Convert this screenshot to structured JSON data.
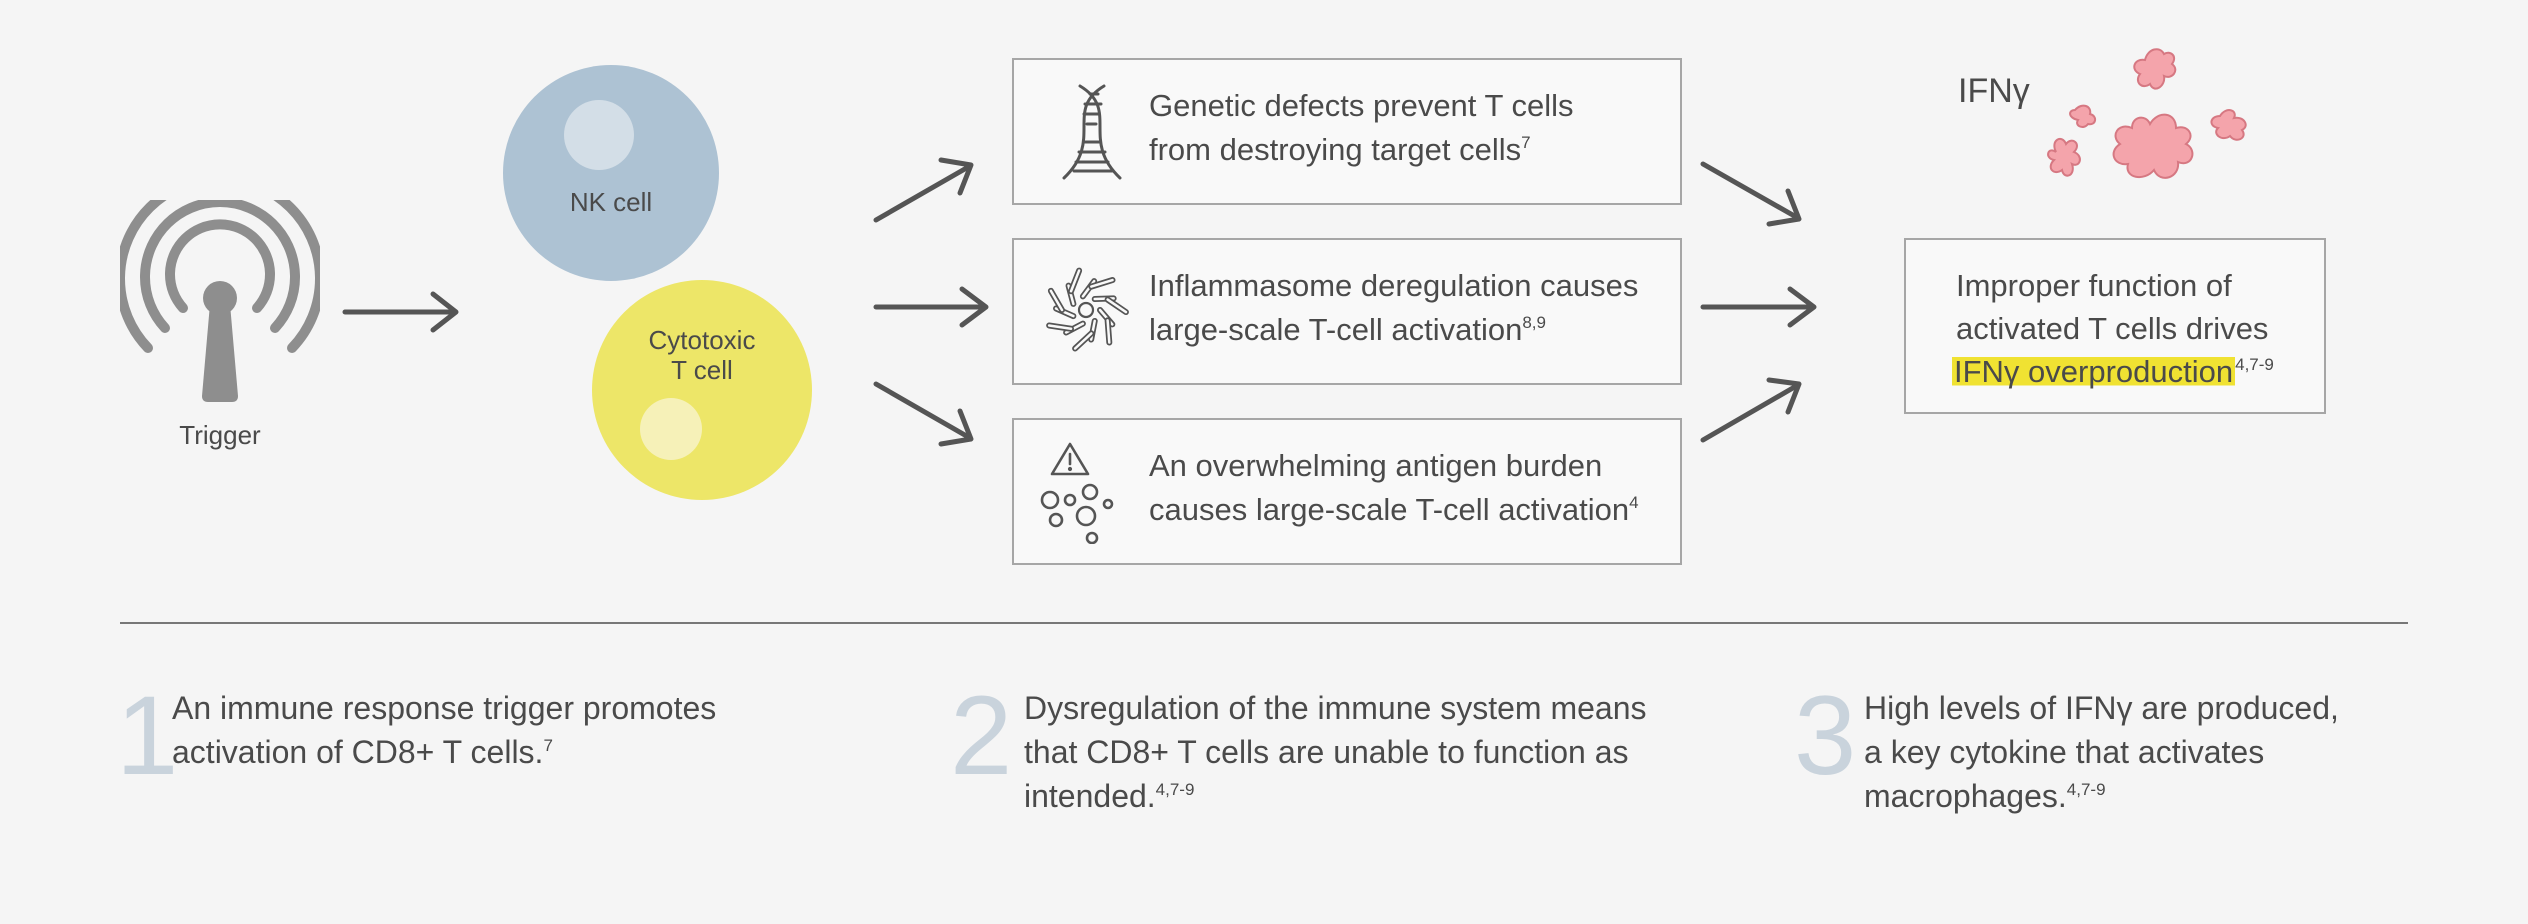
{
  "trigger": {
    "label": "Trigger",
    "icon": "antenna-icon"
  },
  "cells": {
    "nk": {
      "label": "NK cell",
      "color": "#adc2d3",
      "nucleus_color": "#d3dee7"
    },
    "cytotoxic": {
      "label_line1": "Cytotoxic",
      "label_line2": "T cell",
      "color": "#ede668",
      "nucleus_color": "#f6f1b8"
    }
  },
  "boxes": [
    {
      "line1": "Genetic defects prevent T cells",
      "line2": "from destroying target cells",
      "sup": "7",
      "icon": "dna-icon"
    },
    {
      "line1": "Inflammasome deregulation causes",
      "line2": "large-scale T-cell activation",
      "sup": "8,9",
      "icon": "inflammasome-icon"
    },
    {
      "line1": "An overwhelming antigen burden",
      "line2": "causes large-scale T-cell activation",
      "sup": "4",
      "icon": "antigen-warning-icon"
    }
  ],
  "ifn": {
    "label": "IFNγ",
    "color": "#f4a4ab",
    "stroke": "#d67882"
  },
  "result": {
    "line1": "Improper function of",
    "line2": "activated T cells drives",
    "highlight": "IFNγ overproduction",
    "sup": "4,7-9",
    "highlight_color": "#f0e232"
  },
  "steps": [
    {
      "num": "1",
      "line1": "An immune response trigger promotes",
      "line2": "activation of CD8+ T cells.",
      "line3": "",
      "sup": "7"
    },
    {
      "num": "2",
      "line1": "Dysregulation of the immune system means",
      "line2": "that CD8+ T cells are unable to function as",
      "line3": "intended.",
      "sup": "4,7-9"
    },
    {
      "num": "3",
      "line1": "High levels of IFNγ are produced,",
      "line2": "a key cytokine that activates",
      "line3": "macrophages.",
      "sup": "4,7-9"
    }
  ],
  "colors": {
    "arrow": "#555555",
    "divider": "#777777",
    "step_number": "#c9d3dc"
  }
}
